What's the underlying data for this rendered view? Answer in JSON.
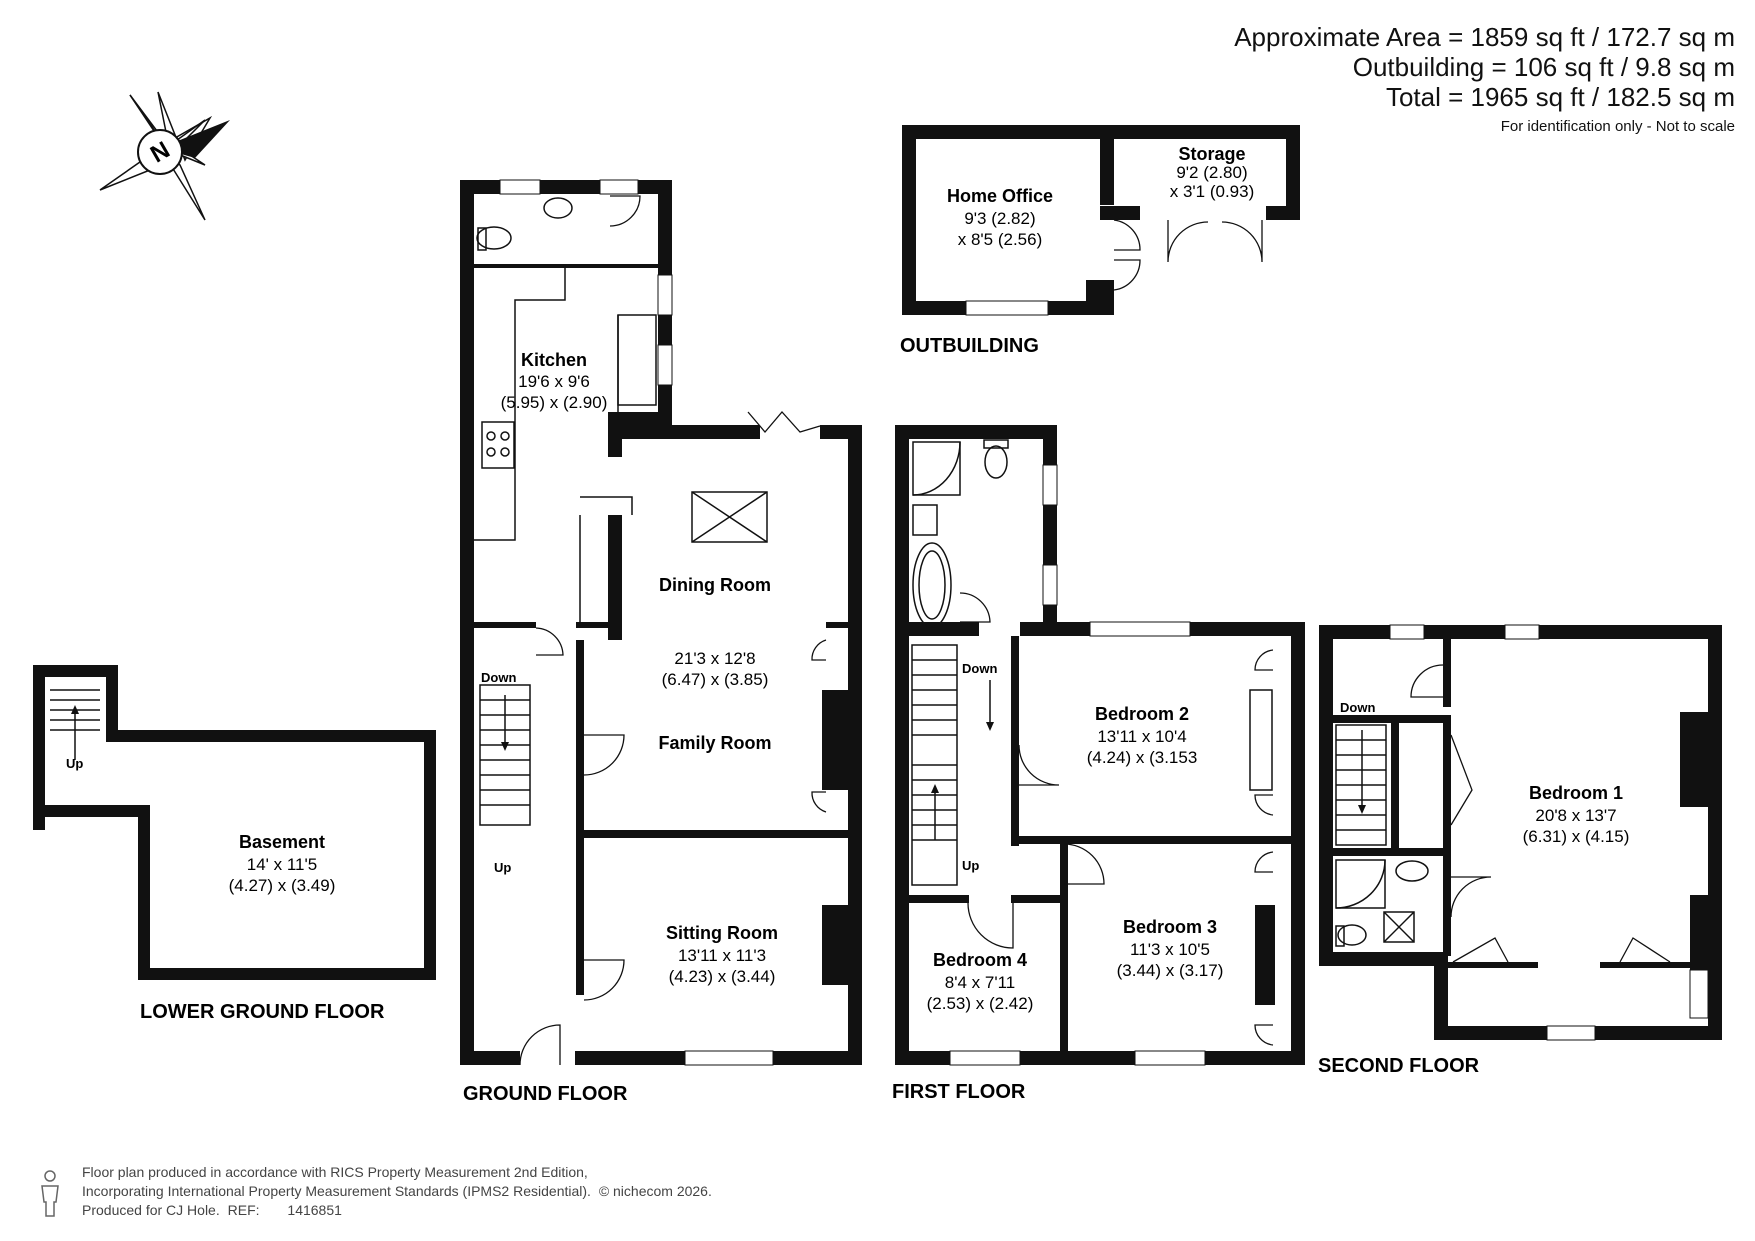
{
  "area": {
    "approximate": "Approximate Area = 1859 sq ft / 172.7 sq m",
    "outbuilding": "Outbuilding = 106 sq ft / 9.8 sq m",
    "total": "Total = 1965 sq ft / 182.5 sq m",
    "note": "For identification only - Not to scale"
  },
  "compass": {
    "letter": "N"
  },
  "floors": {
    "lower_ground": "LOWER GROUND FLOOR",
    "ground": "GROUND FLOOR",
    "first": "FIRST FLOOR",
    "second": "SECOND FLOOR",
    "outbuilding": "OUTBUILDING"
  },
  "rooms": {
    "basement": {
      "name": "Basement",
      "dim1": "14' x 11'5",
      "dim2": "(4.27) x (3.49)"
    },
    "kitchen": {
      "name": "Kitchen",
      "dim1": "19'6 x 9'6",
      "dim2": "(5.95) x (2.90)"
    },
    "dining": {
      "name": "Dining Room",
      "dim1": "21'3 x 12'8",
      "dim2": "(6.47) x (3.85)"
    },
    "family": {
      "name": "Family Room"
    },
    "sitting": {
      "name": "Sitting Room",
      "dim1": "13'11 x 11'3",
      "dim2": "(4.23) x (3.44)"
    },
    "home_office": {
      "name": "Home Office",
      "dim1": "9'3 (2.82)",
      "dim2": "x 8'5 (2.56)"
    },
    "storage": {
      "name": "Storage",
      "dim1": "9'2 (2.80)",
      "dim2": "x 3'1 (0.93)"
    },
    "bedroom2": {
      "name": "Bedroom 2",
      "dim1": "13'11 x 10'4",
      "dim2": "(4.24) x (3.153"
    },
    "bedroom3": {
      "name": "Bedroom 3",
      "dim1": "11'3 x 10'5",
      "dim2": "(3.44) x (3.17)"
    },
    "bedroom4": {
      "name": "Bedroom 4",
      "dim1": "8'4 x 7'11",
      "dim2": "(2.53) x (2.42)"
    },
    "bedroom1": {
      "name": "Bedroom 1",
      "dim1": "20'8 x 13'7",
      "dim2": "(6.31) x (4.15)"
    }
  },
  "stairs": {
    "up": "Up",
    "down": "Down"
  },
  "footer": {
    "line1": "Floor plan produced in accordance with RICS Property Measurement 2nd Edition,",
    "line2": "Incorporating International Property Measurement Standards (IPMS2 Residential).",
    "copyright": "© nichecom 2026.",
    "produced_for": "Produced for CJ Hole.",
    "ref_label": "REF:",
    "ref": "1416851"
  },
  "colors": {
    "wall": "#111111",
    "text": "#111111",
    "footer": "#444444"
  }
}
